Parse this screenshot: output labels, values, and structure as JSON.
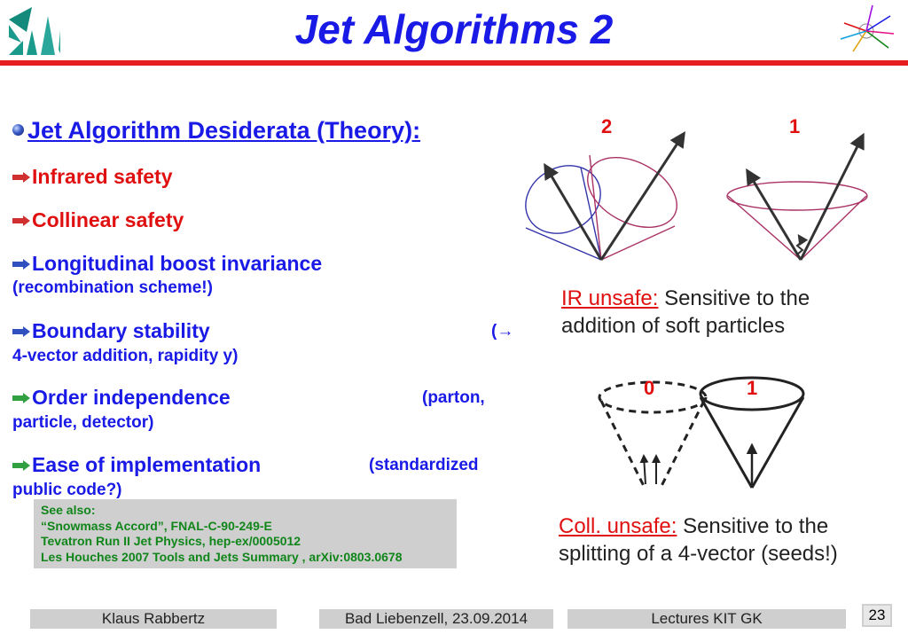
{
  "slide": {
    "title": "Jet Algorithms 2",
    "heading": "Jet Algorithm Desiderata (Theory):",
    "items": [
      {
        "main": "Infrared safety"
      },
      {
        "main": "Collinear safety"
      },
      {
        "main": "Longitudinal boost invariance",
        "sub": "(recombination scheme!)"
      },
      {
        "main": "Boundary stability",
        "tail": "(→",
        "sub": "4-vector addition, rapidity y)"
      },
      {
        "main": "Order independence",
        "tail": "(parton,",
        "sub": "particle, detector)"
      },
      {
        "main": "Ease of implementation",
        "tail": "(standardized",
        "sub": "public code?)"
      }
    ],
    "see_also": [
      "See also:",
      "“Snowmass Accord”, FNAL-C-90-249-E",
      "Tevatron Run II Jet Physics, hep-ex/0005012",
      "Les Houches 2007 Tools and Jets Summary , arXiv:0803.0678"
    ],
    "ir": {
      "label_left": "2",
      "label_right": "1",
      "caption_label": "IR unsafe:",
      "caption_text1": " Sensitive to the",
      "caption_text2": "addition of soft particles"
    },
    "coll": {
      "label_left": "0",
      "label_right": "1",
      "caption_label": "Coll. unsafe:",
      "caption_text1": " Sensitive to the",
      "caption_text2": "splitting of a 4-vector (seeds!)"
    },
    "footer": {
      "author": "Klaus Rabbertz",
      "venue": "Bad Liebenzell, 23.09.2014",
      "course": "Lectures KIT GK",
      "page": "23"
    },
    "colors": {
      "title": "#1a1ae6",
      "accent_red": "#e01010",
      "see_also_text": "#10861a",
      "footer_bg": "#cfcfcf"
    }
  }
}
